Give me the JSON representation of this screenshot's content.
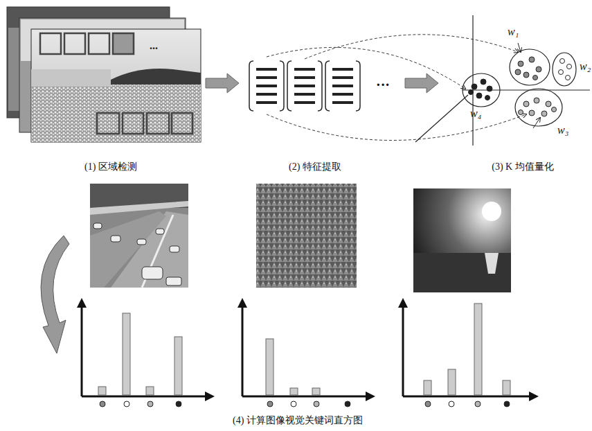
{
  "diagram": {
    "nodes": [
      {
        "text": [
          "w₁"
        ]
      },
      {
        "text": [
          "w₂"
        ]
      },
      {
        "text": [
          "w₃"
        ]
      },
      {
        "text": [
          "w₄"
        ]
      }
    ],
    "labels": [
      "...",
      "···",
      "(1) 区域检测",
      "(2) 特征提取",
      "(3) K 均值量化",
      "(4) 计算图像视觉关键词直方图"
    ]
  }
}
